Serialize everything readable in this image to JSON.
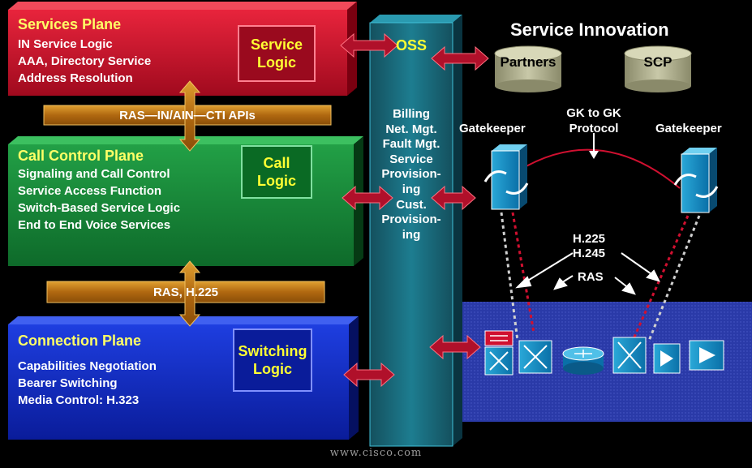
{
  "services_plane": {
    "title": "Services Plane",
    "lines": [
      "IN Service Logic",
      "AAA, Directory Service",
      "Address Resolution"
    ],
    "logic_line1": "Service",
    "logic_line2": "Logic"
  },
  "api_bar_1": "RAS—IN/AIN—CTI  APIs",
  "call_control_plane": {
    "title": "Call Control Plane",
    "lines": [
      "Signaling and Call Control",
      "Service Access Function",
      "Switch-Based Service Logic",
      "End to End Voice Services"
    ],
    "logic_line1": "Call",
    "logic_line2": "Logic"
  },
  "api_bar_2": "RAS, H.225",
  "connection_plane": {
    "title": "Connection Plane",
    "lines": [
      "Capabilities Negotiation",
      "Bearer Switching",
      "Media Control: H.323"
    ],
    "logic_line1": "Switching",
    "logic_line2": "Logic"
  },
  "oss": {
    "title": "OSS",
    "lines": [
      "Billing",
      "Net. Mgt.",
      "Fault Mgt.",
      "Service",
      "Provision-",
      "ing",
      "Cust.",
      "Provision-",
      "ing"
    ]
  },
  "service_innovation": "Service Innovation",
  "partners": "Partners",
  "scp": "SCP",
  "gatekeeper_left": "Gatekeeper",
  "gatekeeper_right": "Gatekeeper",
  "gk_to_gk_line1": "GK to GK",
  "gk_to_gk_line2": "Protocol",
  "h225": "H.225",
  "h245": "H.245",
  "ras": "RAS",
  "footer": "www.cisco.com",
  "colors": {
    "services_red": "#c8102e",
    "call_green": "#1a8a3a",
    "connection_blue": "#1530c8",
    "oss_teal": "#1a6f80",
    "api_orange": "#c87814",
    "arrow_red": "#b0102a",
    "label_yellow": "#ffff33"
  }
}
